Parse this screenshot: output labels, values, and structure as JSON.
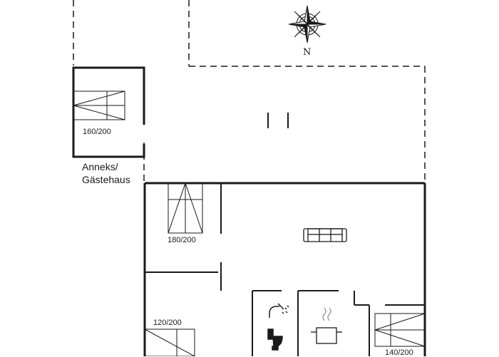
{
  "compass": {
    "north_label": "N",
    "icon": "compass-rose-icon"
  },
  "annex": {
    "label_line1": "Anneks/",
    "label_line2": "Gästehaus",
    "bed_size": "160/200"
  },
  "main_house": {
    "bed_1_size": "180/200",
    "bed_2_size": "120/200",
    "bed_3_size": "140/200"
  },
  "icons": [
    "sofa-icon",
    "shower-icon",
    "toilet-icon",
    "cooking-pot-icon",
    "compass-rose-icon"
  ]
}
